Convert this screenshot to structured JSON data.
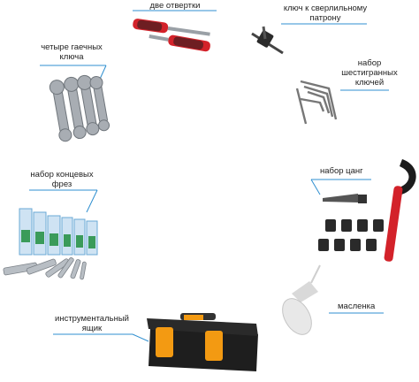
{
  "labels": {
    "screwdrivers": "две отвертки",
    "chuck_key_line1": "ключ к сверлильному",
    "chuck_key_line2": "патрону",
    "wrenches_line1": "четыре гаечных",
    "wrenches_line2": "ключа",
    "hex_keys_line1": "набор",
    "hex_keys_line2": "шестигранных",
    "hex_keys_line3": "ключей",
    "end_mills_line1": "набор концевых",
    "end_mills_line2": "фрез",
    "collets": "набор цанг",
    "oiler": "масленка",
    "toolbox_line1": "инструментальный",
    "toolbox_line2": "ящик"
  },
  "colors": {
    "accent_line": "#2f8fd0",
    "handle_red": "#d3222a",
    "handle_black": "#1c1c1c",
    "metal": "#9aa0a6",
    "toolbox_orange": "#f39a12"
  },
  "icons": [
    "screwdriver-icon",
    "chuck-key-icon",
    "wrench-icon",
    "hex-key-icon",
    "end-mill-icon",
    "collet-icon",
    "oiler-icon",
    "toolbox-icon"
  ]
}
